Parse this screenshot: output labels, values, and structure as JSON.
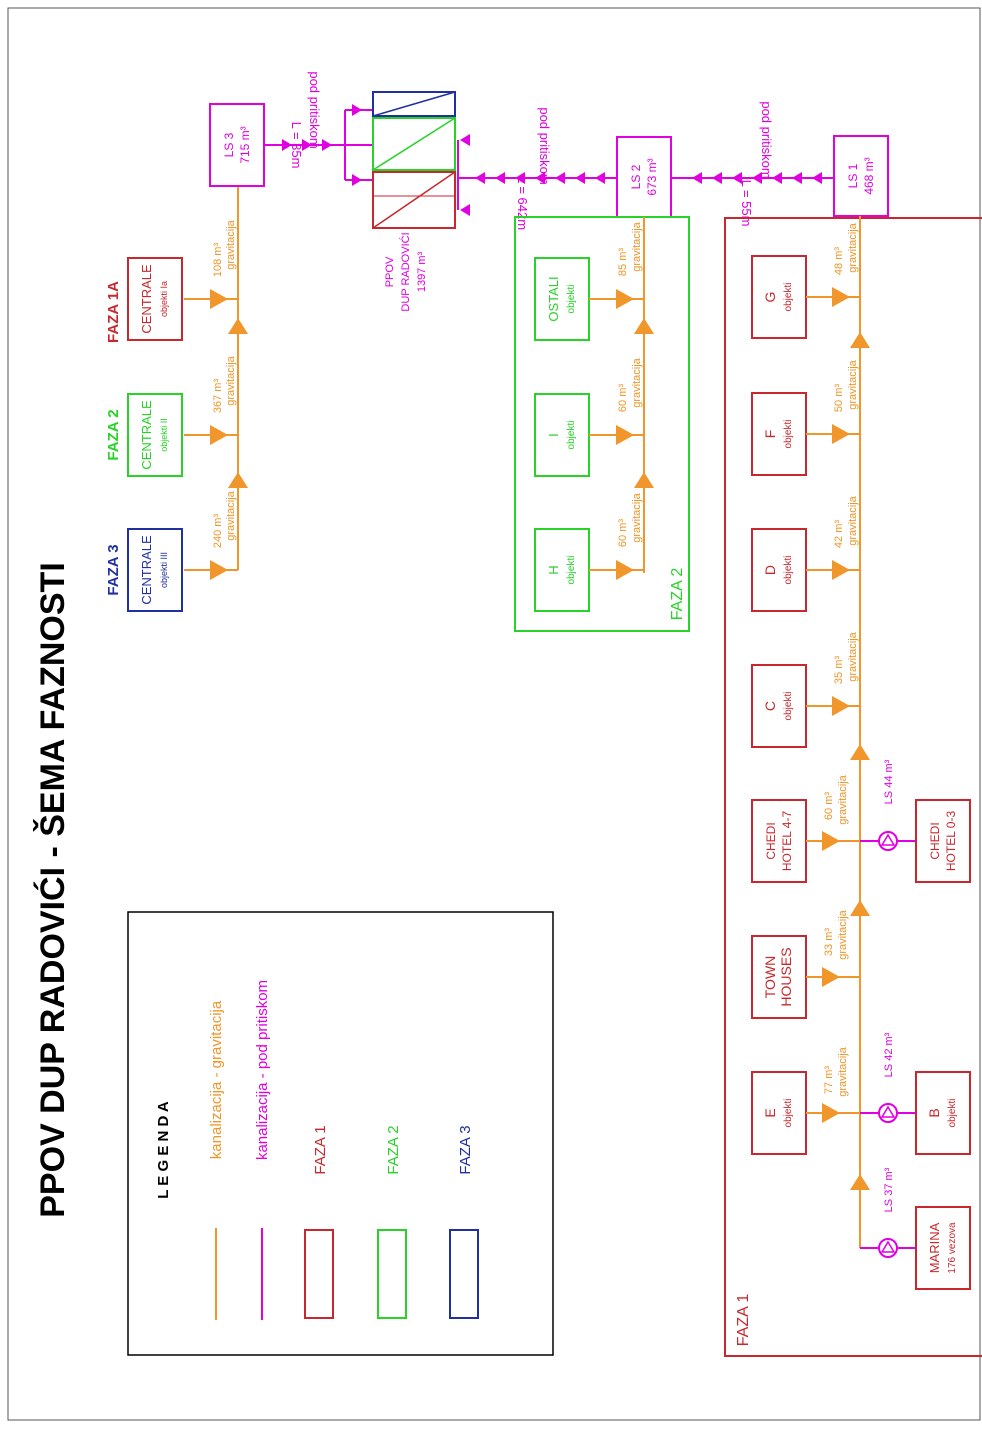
{
  "title": "PPOV DUP RADOVIĆI - ŠEMA FAZNOSTI",
  "colors": {
    "gravity": "#f0962a",
    "pressure": "#e000e0",
    "faza1": "#c8282d",
    "faza2": "#28d228",
    "faza3": "#2030a0",
    "text": "#000000"
  },
  "legend": {
    "heading": "L E G E N D A",
    "gravity_label": "kanalizacija - gravitacija",
    "pressure_label": "kanalizacija - pod pritiskom",
    "faza1_label": "FAZA 1",
    "faza2_label": "FAZA 2",
    "faza3_label": "FAZA 3"
  },
  "centrale": [
    {
      "phase_label": "FAZA 1A",
      "name": "CENTRALE",
      "sub": "objekti Ia",
      "flow": "108 m³",
      "mode": "gravitacija"
    },
    {
      "phase_label": "FAZA 2",
      "name": "CENTRALE",
      "sub": "objekti II",
      "flow": "367 m³",
      "mode": "gravitacija"
    },
    {
      "phase_label": "FAZA 3",
      "name": "CENTRALE",
      "sub": "objekti III",
      "flow": "240 m³",
      "mode": "gravitacija"
    }
  ],
  "stations": {
    "ls3": {
      "name": "LS 3",
      "volume": "715 m³"
    },
    "ls2": {
      "name": "LS 2",
      "volume": "673 m³"
    },
    "ls1": {
      "name": "LS 1",
      "volume": "468 m³"
    }
  },
  "pipes": {
    "ls3_length": "L = 35m",
    "ls3_mode": "pod pritiskom",
    "ls2_length": "L = 642m",
    "ls2_mode": "pod pritiskom",
    "ls1_length": "L = 55m",
    "ls1_mode": "pod pritiskom"
  },
  "ppov": {
    "line1": "PPOV",
    "line2": "DUP RADOVIĆI",
    "line3": "1397 m³"
  },
  "faza2_group": {
    "label": "FAZA 2",
    "objects": [
      {
        "name": "OSTALI",
        "sub": "objekti",
        "flow": "85 m³",
        "mode": "gravitacija"
      },
      {
        "name": "I",
        "sub": "objekti",
        "flow": "60 m³",
        "mode": "gravitacija"
      },
      {
        "name": "H",
        "sub": "objekti",
        "flow": "60 m³",
        "mode": "gravitacija"
      }
    ]
  },
  "faza1_group": {
    "label": "FAZA 1",
    "objects": [
      {
        "name": "G",
        "sub": "objekti",
        "flow": "48 m³",
        "mode": "gravitacija"
      },
      {
        "name": "F",
        "sub": "objekti",
        "flow": "50 m³",
        "mode": "gravitacija"
      },
      {
        "name": "D",
        "sub": "objekti",
        "flow": "42 m³",
        "mode": "gravitacija"
      },
      {
        "name": "C",
        "sub": "objekti",
        "flow": "35 m³",
        "mode": "gravitacija"
      },
      {
        "name": "CHEDI",
        "sub": "HOTEL 4-7",
        "flow": "60 m³",
        "mode": "gravitacija"
      },
      {
        "name": "TOWN",
        "sub": "HOUSES",
        "flow": "33 m³",
        "mode": "gravitacija"
      },
      {
        "name": "E",
        "sub": "objekti",
        "flow": "77 m³",
        "mode": "gravitacija"
      }
    ],
    "lift_objects": [
      {
        "name": "CHEDI",
        "sub": "HOTEL 0-3",
        "ls": "LS 44 m³"
      },
      {
        "name": "B",
        "sub": "objekti",
        "ls": "LS 42 m³"
      },
      {
        "name": "MARINA",
        "sub": "176 vezova",
        "ls": "LS 37 m³"
      }
    ]
  }
}
